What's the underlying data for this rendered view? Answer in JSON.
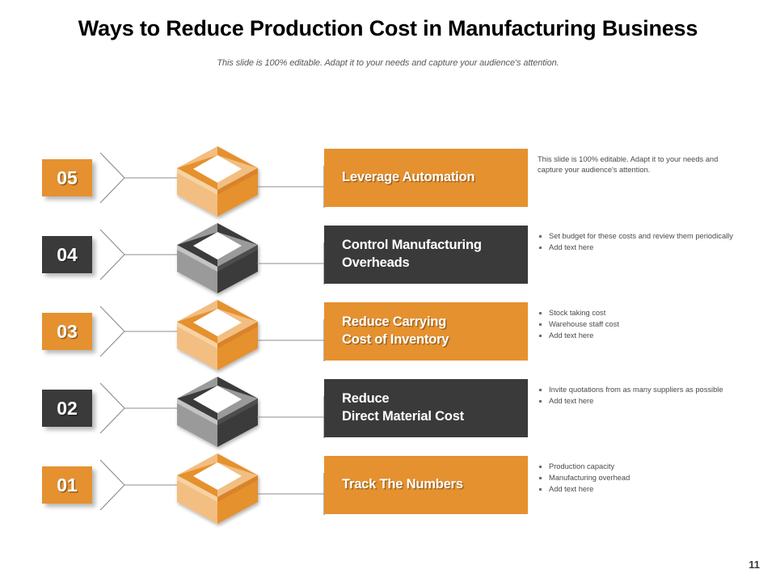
{
  "slide": {
    "title": "Ways to Reduce Production Cost in Manufacturing Business",
    "subtitle": "This slide is 100% editable. Adapt it to your needs and capture your audience's attention.",
    "page_number": "11"
  },
  "colors": {
    "orange": "#E5912F",
    "orange_light": "#F2BE81",
    "orange_dark": "#D9832B",
    "dark": "#3A3A3A",
    "dark_light": "#9A9A9A",
    "dark_mid": "#6E6E6E",
    "line": "#8C8C8C",
    "text_body": "#4A4A4A"
  },
  "rows": [
    {
      "number": "05",
      "theme": "orange",
      "icon": "open-box-icon",
      "title_lines": [
        "Leverage Automation"
      ],
      "desc_type": "paragraph",
      "desc_text": "This slide is 100% editable. Adapt it to your needs and capture your audience's attention.",
      "bullets": []
    },
    {
      "number": "04",
      "theme": "dark",
      "icon": "open-box-icon",
      "title_lines": [
        "Control Manufacturing",
        "Overheads"
      ],
      "desc_type": "bullets",
      "desc_text": "",
      "bullets": [
        "Set budget for these costs and review them periodically",
        "Add text here"
      ]
    },
    {
      "number": "03",
      "theme": "orange",
      "icon": "open-box-icon",
      "title_lines": [
        "Reduce Carrying",
        "Cost of Inventory"
      ],
      "desc_type": "bullets",
      "desc_text": "",
      "bullets": [
        "Stock taking cost",
        "Warehouse staff cost",
        "Add text here"
      ]
    },
    {
      "number": "02",
      "theme": "dark",
      "icon": "open-box-icon",
      "title_lines": [
        "Reduce",
        "Direct Material Cost"
      ],
      "desc_type": "bullets",
      "desc_text": "",
      "bullets": [
        "Invite quotations from as many suppliers as possible",
        "Add text here"
      ]
    },
    {
      "number": "01",
      "theme": "orange",
      "icon": "open-box-icon",
      "title_lines": [
        "Track The Numbers"
      ],
      "desc_type": "bullets",
      "desc_text": "",
      "bullets": [
        "Production capacity",
        "Manufacturing overhead",
        "Add text here"
      ]
    }
  ]
}
